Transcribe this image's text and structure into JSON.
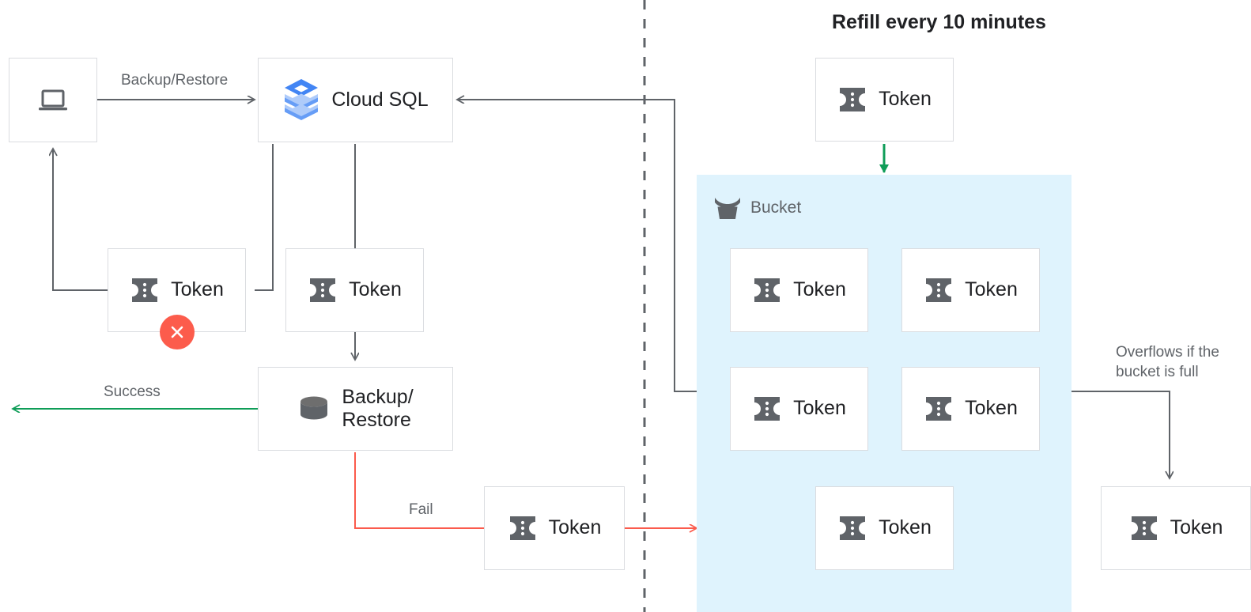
{
  "title": {
    "text": "Refill every 10 minutes"
  },
  "colors": {
    "edge_default": "#5f6368",
    "edge_success": "#0f9d58",
    "edge_fail": "#fb5b4c",
    "edge_refill": "#0f9d58",
    "bucket_fill": "#dff3fd",
    "node_border": "#dadce0",
    "icon_gray": "#5f6368",
    "badge_red": "#fc5c4c",
    "cloudsql_blue_dark": "#4285f4",
    "cloudsql_blue_mid": "#669df6",
    "cloudsql_blue_light": "#aecbfa",
    "text_primary": "#202124",
    "text_secondary": "#5f6368"
  },
  "nodes": {
    "client": {
      "label": "",
      "icon": "laptop-icon"
    },
    "cloud_sql": {
      "label": "Cloud SQL",
      "icon": "cloud-sql-icon"
    },
    "token_failed": {
      "label": "Token",
      "icon": "token-icon",
      "badge": "x-mark"
    },
    "token_consumed": {
      "label": "Token",
      "icon": "token-icon"
    },
    "backup_restore": {
      "label": "Backup/\nRestore",
      "icon": "database-icon"
    },
    "token_fail_path": {
      "label": "Token",
      "icon": "token-icon"
    },
    "token_refill": {
      "label": "Token",
      "icon": "token-icon"
    },
    "token_overflow": {
      "label": "Token",
      "icon": "token-icon"
    }
  },
  "bucket": {
    "label": "Bucket",
    "icon": "bucket-icon",
    "tokens": [
      {
        "label": "Token",
        "icon": "token-icon"
      },
      {
        "label": "Token",
        "icon": "token-icon"
      },
      {
        "label": "Token",
        "icon": "token-icon"
      },
      {
        "label": "Token",
        "icon": "token-icon"
      },
      {
        "label": "Token",
        "icon": "token-icon"
      }
    ]
  },
  "edge_labels": {
    "backup_restore": "Backup/Restore",
    "success": "Success",
    "fail": "Fail",
    "overflow": "Overflows if the\nbucket is full"
  }
}
